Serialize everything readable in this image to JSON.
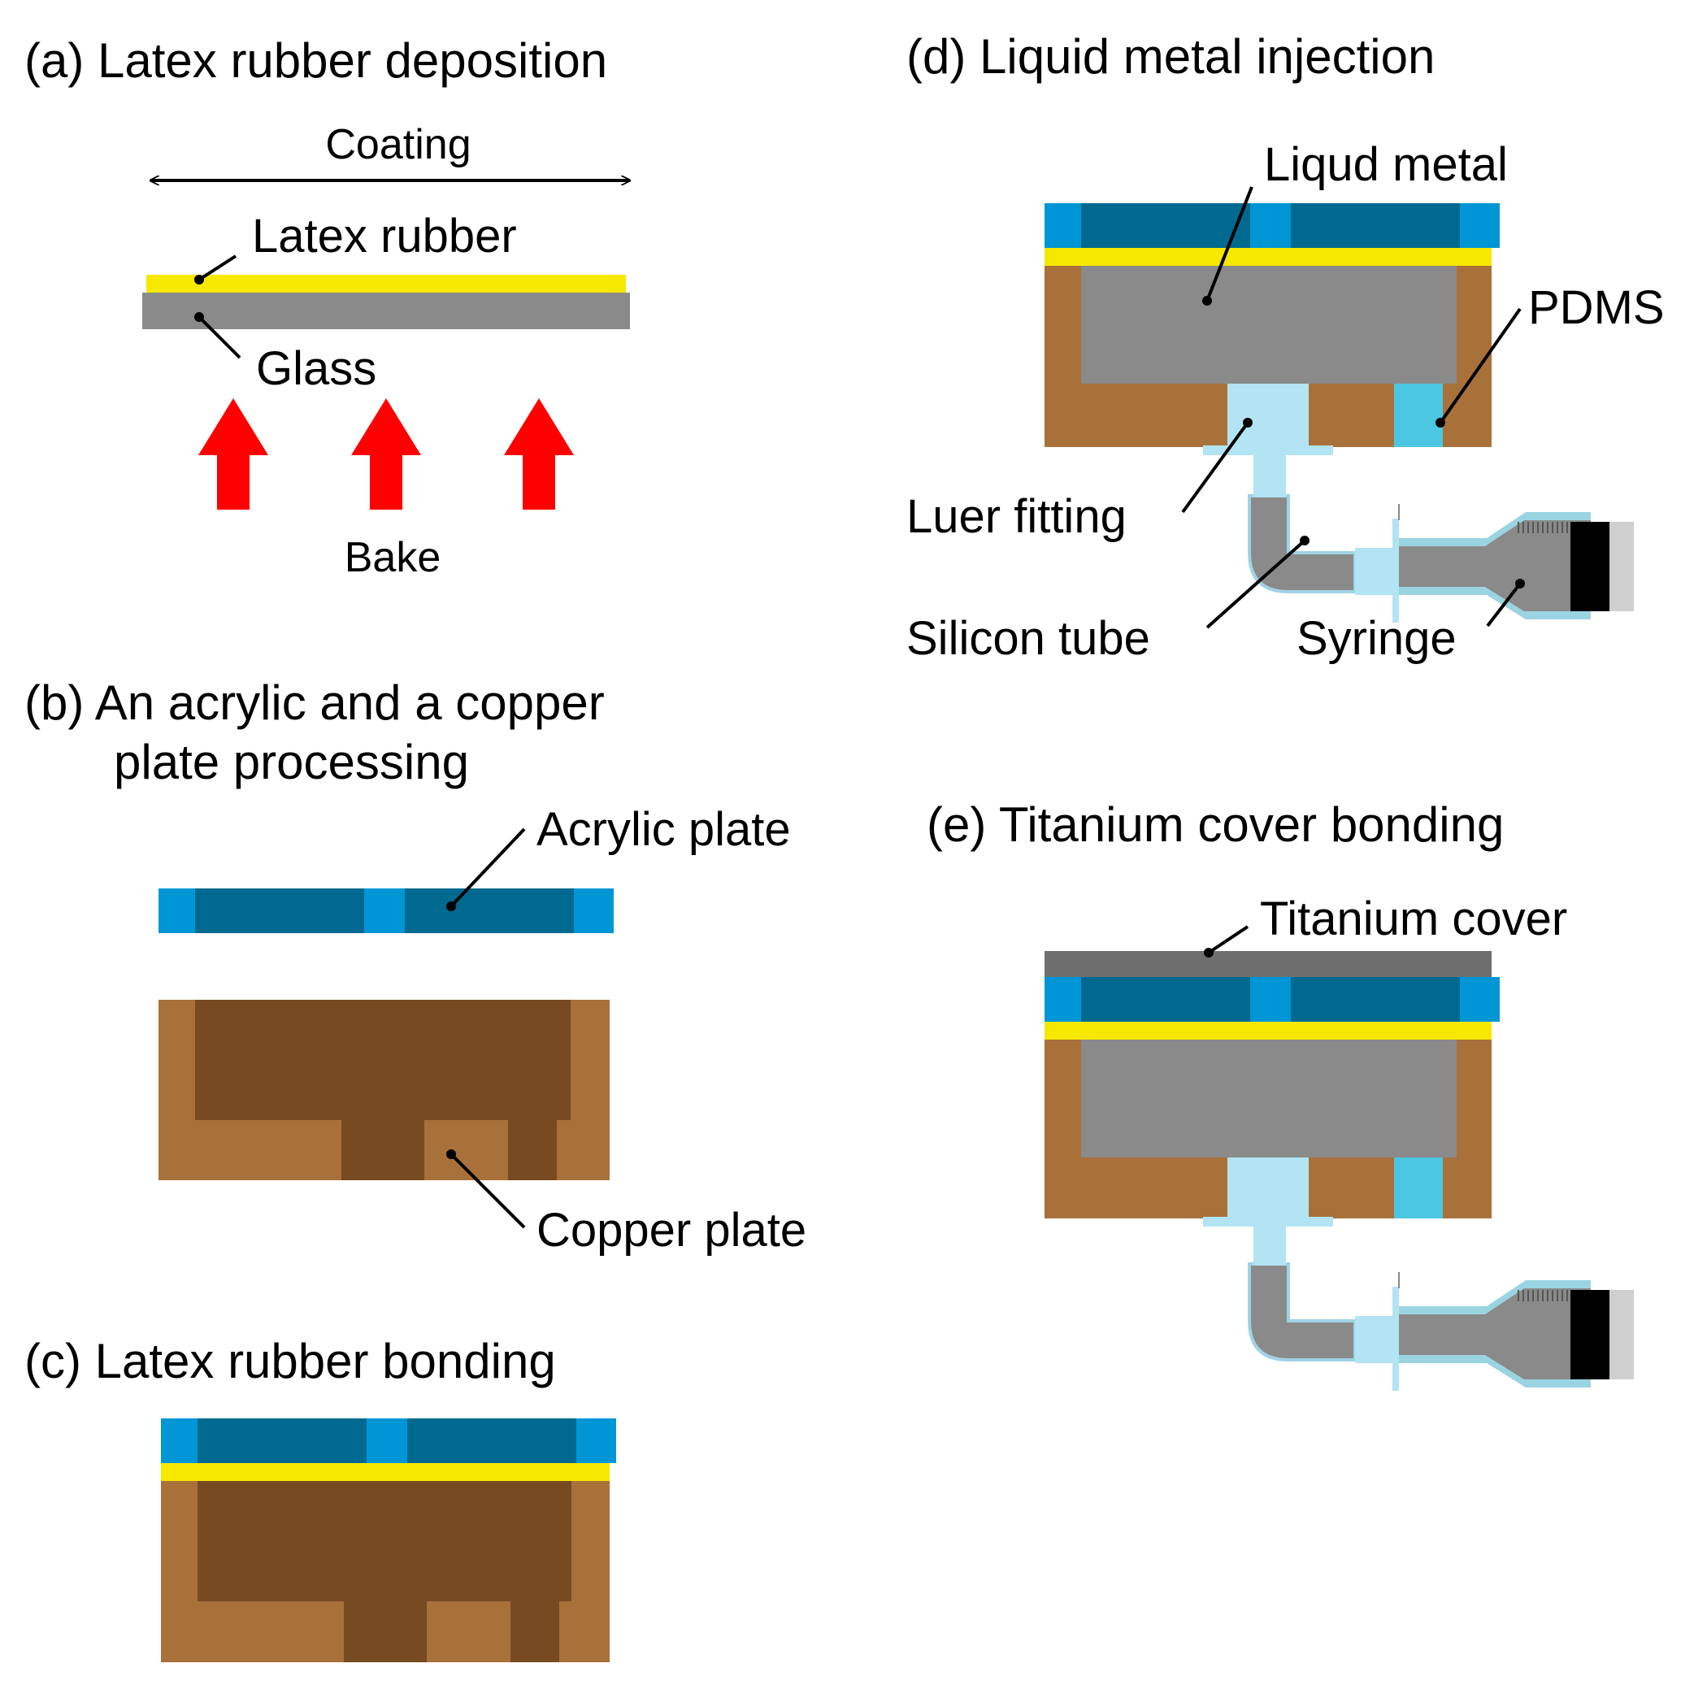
{
  "panel_a": {
    "title": "(a) Latex rubber deposition",
    "coating_label": "Coating",
    "latex_label": "Latex rubber",
    "glass_label": "Glass",
    "bake_label": "Bake"
  },
  "panel_b": {
    "title_line1": "(b)  An acrylic and a copper",
    "title_line2": "plate processing",
    "acrylic_label": "Acrylic plate",
    "copper_label": "Copper plate"
  },
  "panel_c": {
    "title": "(c) Latex rubber bonding"
  },
  "panel_d": {
    "title": "(d) Liquid metal injection",
    "liquid_metal_label": "Liqud metal",
    "pdms_label": "PDMS",
    "luer_label": "Luer fitting",
    "tube_label": "Silicon tube",
    "syringe_label": "Syringe"
  },
  "panel_e": {
    "title": "(e)  Titanium cover bonding",
    "titanium_label": "Titanium cover"
  },
  "colors": {
    "latex": "#f7e800",
    "glass": "#8a8a8a",
    "acrylic_light": "#0096d6",
    "acrylic_dark": "#00698f",
    "copper_light": "#a8713a",
    "copper_dark": "#784a22",
    "liquid_metal": "#8a8a8a",
    "luer": "#b3e4f3",
    "pdms": "#4cc7e2",
    "titanium": "#6e6e6e",
    "bake_arrow": "#ff0000"
  }
}
